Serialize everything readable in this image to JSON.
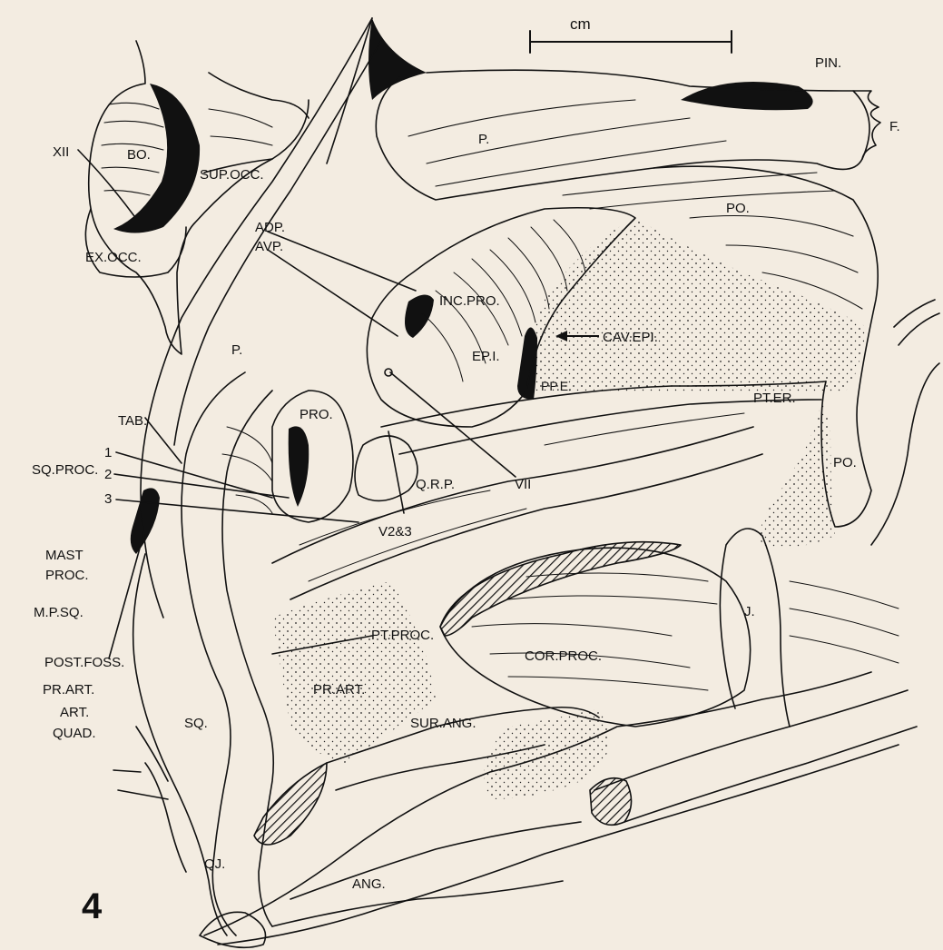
{
  "scale_bar": {
    "unit": "cm"
  },
  "figure_number": "4",
  "labels": {
    "pin": "PIN.",
    "f": "F.",
    "p_top": "P.",
    "po_top": "PO.",
    "po_right": "PO.",
    "bo": "BO.",
    "xii": "XII",
    "sup_occ": "SUP.OCC.",
    "ex_occ": "EX.OCC.",
    "adp": "ADP.",
    "avp": "AVP.",
    "inc_pro": "INC.PRO.",
    "epi": "EP.I.",
    "cav_epi": "CAV.EPI.",
    "pp_e": "PP.E.",
    "pt_er": "PT.ER.",
    "p_left": "P.",
    "pro": "PRO.",
    "vii": "VII",
    "tab": "TAB.",
    "num1": "1",
    "num2": "2",
    "num3": "3",
    "sq_proc": "SQ.PROC.",
    "qrp": "Q.R.P.",
    "v23": "V2&3",
    "mast": "MAST",
    "proc": "PROC.",
    "mpsq": "M.P.SQ.",
    "j": "J.",
    "pt_proc": "PT.PROC.",
    "cor_proc": "COR.PROC.",
    "post_foss": "POST.FOSS.",
    "pr_art_left": "PR.ART.",
    "pr_art_mid": "PR.ART.",
    "art": "ART.",
    "quad": "QUAD.",
    "sq": "SQ.",
    "sur_ang": "SUR.ANG.",
    "qj": "QJ.",
    "ang": "ANG."
  }
}
